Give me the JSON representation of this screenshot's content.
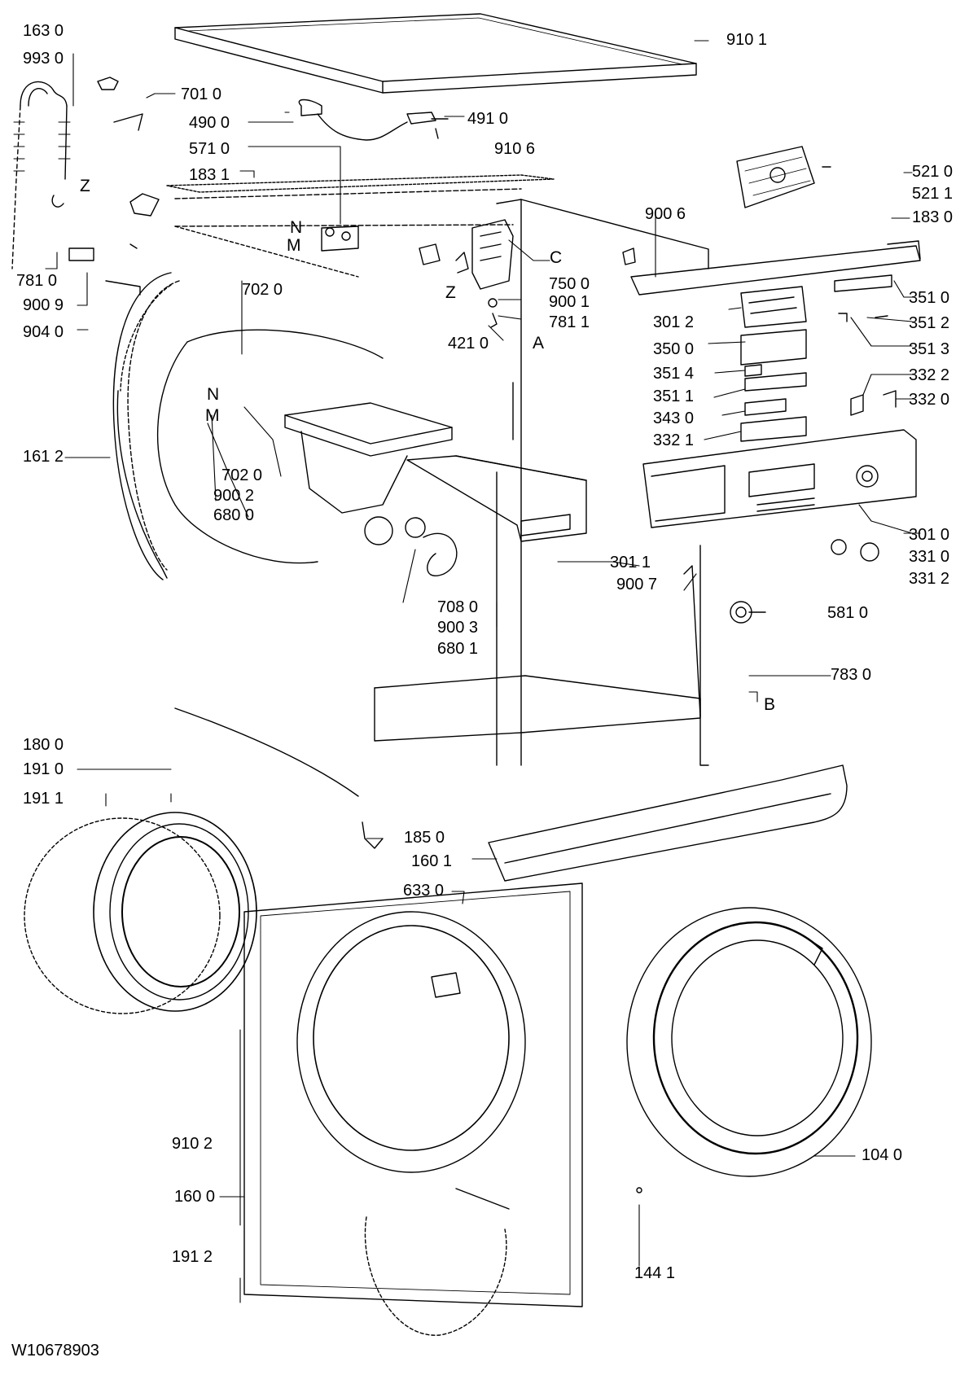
{
  "document_number": "W10678903",
  "part_labels": [
    "163 0",
    "993 0",
    "701 0",
    "490 0",
    "491 0",
    "910 1",
    "571 0",
    "910 6",
    "183 1",
    "521 0",
    "521 1",
    "183 0",
    "900 6",
    "781 0",
    "900 9",
    "904 0",
    "750 0",
    "900 1",
    "781 1",
    "421 0",
    "351 0",
    "351 2",
    "351 3",
    "301 2",
    "350 0",
    "351 4",
    "351 1",
    "343 0",
    "332 2",
    "332 0",
    "332 1",
    "702 0",
    "161 2",
    "702 0",
    "900 2",
    "680 0",
    "301 0",
    "331 0",
    "331 2",
    "301 1",
    "900 7",
    "581 0",
    "708 0",
    "900 3",
    "680 1",
    "783 0",
    "180 0",
    "191 0",
    "191 1",
    "185 0",
    "160 1",
    "633 0",
    "910 2",
    "104 0",
    "160 0",
    "191 2",
    "144 1"
  ],
  "letter_labels": [
    "Z",
    "N",
    "M",
    "C",
    "Z",
    "A",
    "N",
    "M",
    "B"
  ],
  "colors": {
    "ink": "#000000",
    "paper": "#ffffff"
  }
}
